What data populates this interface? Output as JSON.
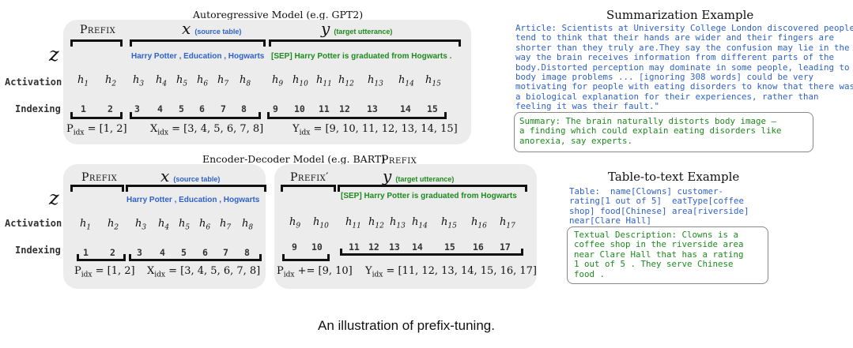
{
  "autoregressive": {
    "title": "Autoregressive Model (e.g. GPT2)",
    "z_label": "z",
    "prefix_label": "Prefix",
    "x_var": "x",
    "x_desc": "(source table)",
    "y_var": "y",
    "y_desc": "(target utterance)",
    "source_text": "Harry Potter , Education , Hogwarts",
    "target_text": "[SEP] Harry Potter is graduated from Hogwarts .",
    "activation_label": "Activation",
    "indexing_label": "Indexing",
    "activations": [
      "h1",
      "h2",
      "h3",
      "h4",
      "h5",
      "h6",
      "h7",
      "h8",
      "h9",
      "h10",
      "h11",
      "h12",
      "h13",
      "h14",
      "h15"
    ],
    "indices": [
      "1",
      "2",
      "3",
      "4",
      "5",
      "6",
      "7",
      "8",
      "9",
      "10",
      "11",
      "12",
      "13",
      "14",
      "15"
    ],
    "p_idx": "= [1, 2]",
    "x_idx": "= [3, 4, 5, 6, 7, 8]",
    "y_idx": "= [9, 10, 11, 12, 13, 14, 15]"
  },
  "encdec": {
    "title": "Encoder-Decoder Model (e.g. BART)",
    "prefix_label_top": "Prefix",
    "z_label": "z",
    "prefix_label": "Prefix",
    "prefix2_label": "Prefix′",
    "x_var": "x",
    "x_desc": "(source table)",
    "y_var": "y",
    "y_desc": "(target utterance)",
    "source_text": "Harry Potter , Education , Hogwarts",
    "target_text": "[SEP] Harry Potter is graduated from Hogwarts",
    "activation_label": "Activation",
    "indexing_label": "Indexing",
    "enc_activations": [
      "h1",
      "h2",
      "h3",
      "h4",
      "h5",
      "h6",
      "h7",
      "h8"
    ],
    "enc_indices": [
      "1",
      "2",
      "3",
      "4",
      "5",
      "6",
      "7",
      "8"
    ],
    "dec_activations": [
      "h9",
      "h10",
      "h11",
      "h12",
      "h13",
      "h14",
      "h15",
      "h16",
      "h17"
    ],
    "dec_indices": [
      "9",
      "10",
      "11",
      "12",
      "13",
      "14",
      "15",
      "16",
      "17"
    ],
    "p_idx": "= [1, 2]",
    "x_idx": "= [3, 4, 5, 6, 7, 8]",
    "p2_idx": "+= [9, 10]",
    "y_idx": "= [11, 12, 13, 14, 15, 16, 17]"
  },
  "summarization": {
    "title": "Summarization Example",
    "article": "Article: Scientists at University College London discovered people\ntend to think that their hands are wider and their fingers are\nshorter than they truly are.They say the confusion may lie in the\nway the brain receives information from different parts of the\nbody.Distorted perception may dominate in some people, leading to\nbody image problems ... [ignoring 308 words] could be very\nmotivating for people with eating disorders to know that there was\na biological explanation for their experiences, rather than\nfeeling it was their fault.\"",
    "summary": "Summary: The brain naturally distorts body image –\na finding which could explain eating disorders like\nanorexia, say experts."
  },
  "table_to_text": {
    "title": "Table-to-text Example",
    "table": "Table:  name[Clowns] customer-\nrating[1 out of 5]  eatType[coffee\nshop] food[Chinese] area[riverside]\nnear[Clare Hall]",
    "description": "Textual Description: Clowns is a\ncoffee shop in the riverside area\nnear Clare Hall that has a rating\n1 out of 5 . They serve Chinese\nfood ."
  },
  "caption": "An illustration of prefix-tuning.",
  "colors": {
    "blue": "#2f62c9",
    "green": "#1d8a1d",
    "panel": "#ececec"
  }
}
